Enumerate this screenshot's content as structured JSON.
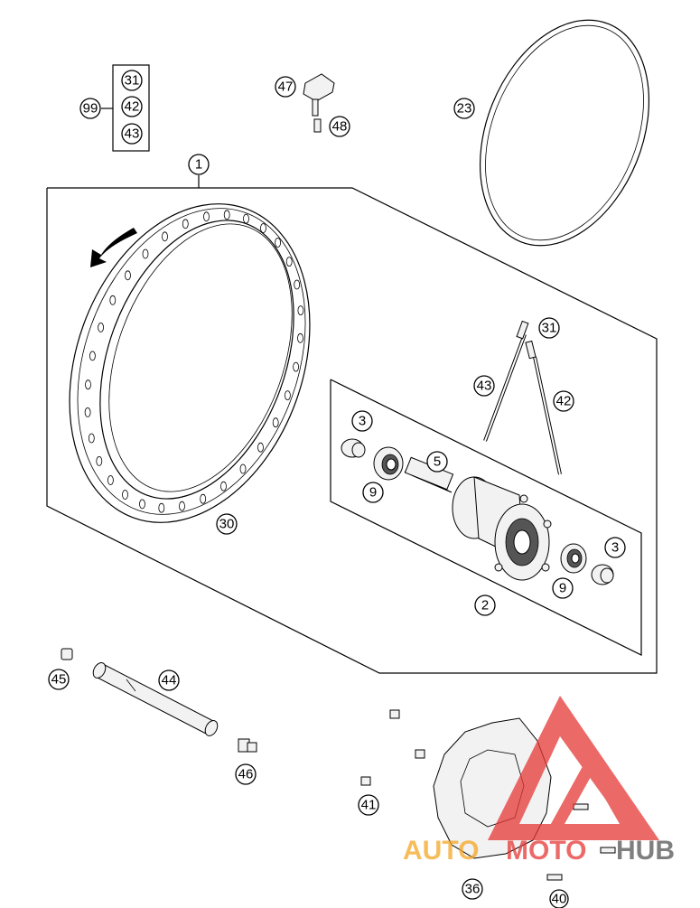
{
  "callouts": {
    "c1": "1",
    "c2": "2",
    "c3a": "3",
    "c3b": "3",
    "c5": "5",
    "c9a": "9",
    "c9b": "9",
    "c23": "23",
    "c30": "30",
    "c31a": "31",
    "c31b": "31",
    "c36": "36",
    "c40": "40",
    "c41": "41",
    "c42a": "42",
    "c42b": "42",
    "c43a": "43",
    "c43b": "43",
    "c44": "44",
    "c45": "45",
    "c46": "46",
    "c47": "47",
    "c48": "48",
    "c99": "99"
  },
  "watermark": {
    "text_auto": "AUTO",
    "text_moto": "MOTO",
    "text_hub": "HUB",
    "color_red": "#e53935",
    "color_orange": "#f5a623",
    "color_gray": "#555555"
  }
}
